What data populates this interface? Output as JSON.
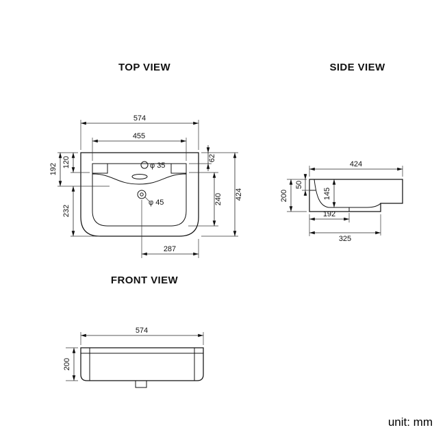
{
  "titles": {
    "top": "TOP VIEW",
    "side": "SIDE VIEW",
    "front": "FRONT VIEW"
  },
  "unit_note": "unit: mm",
  "top_view": {
    "overall_width": "574",
    "basin_inner_width": "455",
    "rim_to_deck": "62",
    "deck_inner_depth": "120",
    "back_section_depth": "192",
    "front_section_depth": "232",
    "bowl_depth": "240",
    "overall_depth": "424",
    "drain_center_offset": "287",
    "faucet_hole_dia": "φ 35",
    "drain_hole_dia": "φ 45"
  },
  "side_view": {
    "overall_depth": "424",
    "rim_height": "50",
    "bowl_inner_height": "145",
    "overall_height": "200",
    "drain_offset": "192",
    "body_depth": "325"
  },
  "front_view": {
    "overall_width": "574",
    "overall_height": "200"
  }
}
